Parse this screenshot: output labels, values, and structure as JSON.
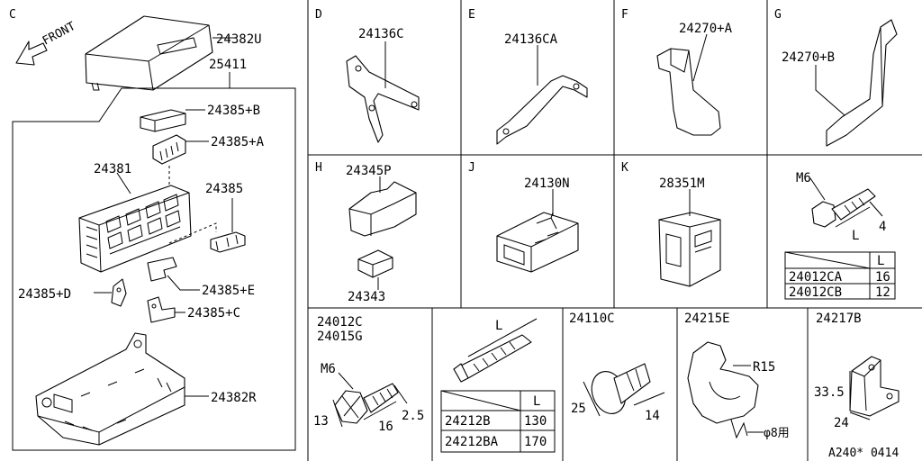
{
  "sections": {
    "C": "C",
    "D": "D",
    "E": "E",
    "F": "F",
    "G": "G",
    "H": "H",
    "J": "J",
    "K": "K"
  },
  "front_label": "FRONT",
  "parts": {
    "p24382U": "24382U",
    "p25411": "25411",
    "p24385B": "24385+B",
    "p24385A": "24385+A",
    "p24381": "24381",
    "p24385": "24385",
    "p24385E": "24385+E",
    "p24385D": "24385+D",
    "p24385C": "24385+C",
    "p24382R": "24382R",
    "p24136C": "24136C",
    "p24136CA": "24136CA",
    "p24270A": "24270+A",
    "p24270B": "24270+B",
    "p24345P": "24345P",
    "p24343": "24343",
    "p24130N": "24130N",
    "p28351M": "28351M",
    "p24012C": "24012C",
    "p24015G": "24015G",
    "p24110C": "24110C",
    "p24215E": "24215E",
    "p24217B": "24217B"
  },
  "dims": {
    "m6_top": "M6",
    "l_top": "L",
    "four": "4",
    "m6_bot": "M6",
    "d13": "13",
    "d16": "16",
    "d25a": "2.5",
    "l_clip": "L",
    "d25": "25",
    "d14": "14",
    "r15": "R15",
    "phi8": "φ8用",
    "d335": "33.5",
    "d24": "24"
  },
  "table_top": {
    "header_l": "L",
    "rows": [
      {
        "part": "24012CA",
        "l": "16"
      },
      {
        "part": "24012CB",
        "l": "12"
      }
    ]
  },
  "table_clip": {
    "header_l": "L",
    "rows": [
      {
        "part": "24212B",
        "l": "130"
      },
      {
        "part": "24212BA",
        "l": "170"
      }
    ]
  },
  "footer_code": "A240* 0414"
}
